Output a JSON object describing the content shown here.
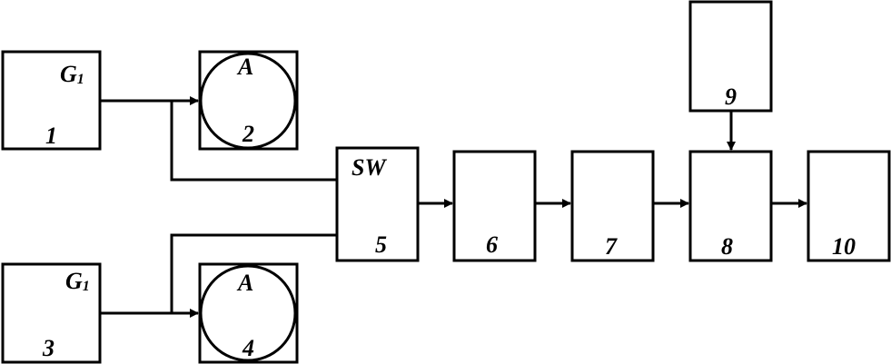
{
  "blocks": {
    "b1": {
      "number": "1",
      "symbol": "G",
      "subscript": "1"
    },
    "b2": {
      "number": "2",
      "symbol": "A"
    },
    "b3": {
      "number": "3",
      "symbol": "G",
      "subscript": "1"
    },
    "b4": {
      "number": "4",
      "symbol": "A"
    },
    "b5": {
      "number": "5",
      "symbol": "SW"
    },
    "b6": {
      "number": "6"
    },
    "b7": {
      "number": "7"
    },
    "b8": {
      "number": "8"
    },
    "b9": {
      "number": "9"
    },
    "b10": {
      "number": "10"
    }
  }
}
